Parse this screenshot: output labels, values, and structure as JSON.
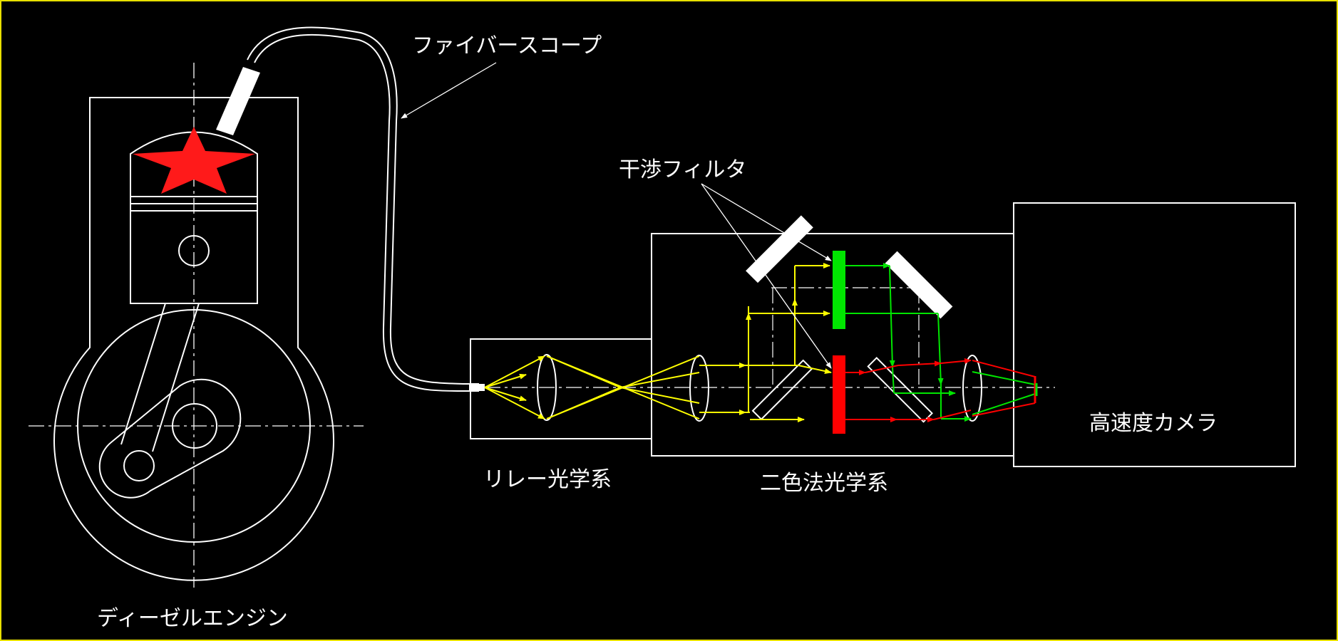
{
  "labels": {
    "fiberscope": "ファイバースコープ",
    "interference_filter": "干渉フィルタ",
    "diesel_engine": "ディーゼルエンジン",
    "relay_optics": "リレー光学系",
    "two_color_optics": "二色法光学系",
    "high_speed_camera": "高速度カメラ"
  },
  "colors": {
    "background": "#000000",
    "frame_border": "#e8e000",
    "line": "#ffffff",
    "ray_yellow": "#ffff00",
    "ray_green": "#00e600",
    "ray_red": "#ff0000",
    "flame": "#ff1a1a"
  }
}
